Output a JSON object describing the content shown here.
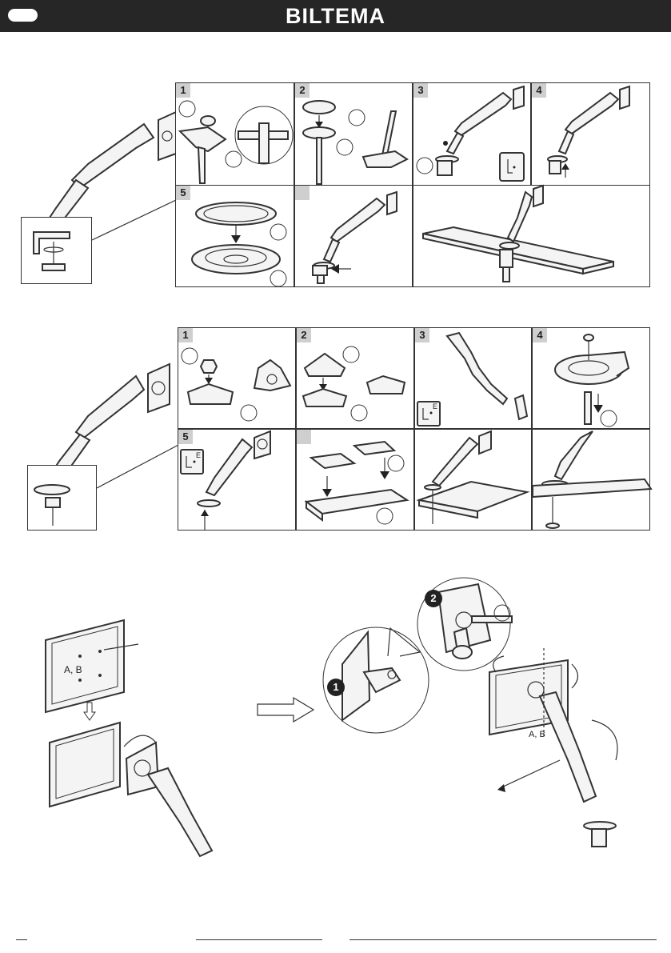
{
  "header": {
    "brand": "BILTEMA"
  },
  "section1": {
    "steps": [
      "1",
      "2",
      "3",
      "4",
      "5",
      ""
    ]
  },
  "section2": {
    "steps": [
      "1",
      "2",
      "3",
      "4",
      "5",
      ""
    ],
    "tool_label": "E"
  },
  "section3": {
    "screw_label_left": "A, B",
    "screw_label_right": "A, B",
    "badge_1": "1",
    "badge_2": "2"
  }
}
